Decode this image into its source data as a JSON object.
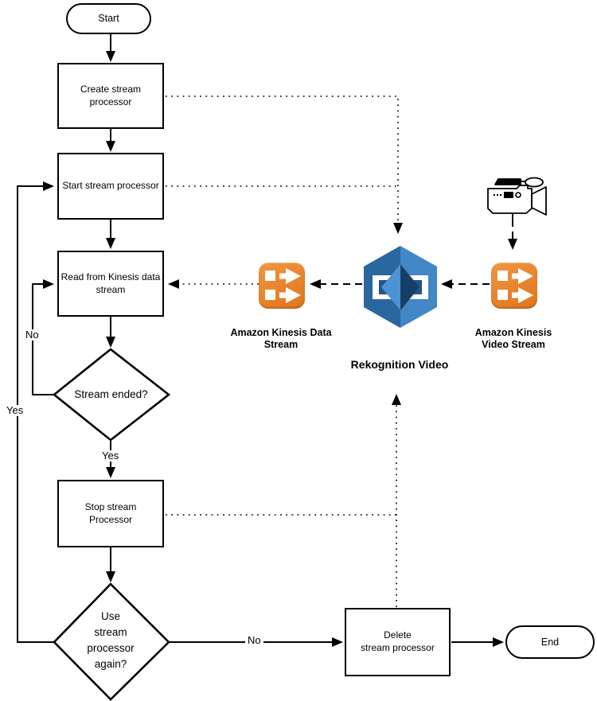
{
  "nodes": {
    "start": "Start",
    "create": "Create stream\nprocessor",
    "start_processor": "Start stream processor",
    "read": "Read from Kinesis data\nstream",
    "stream_ended": "Stream ended?",
    "stop": "Stop stream\nProcessor",
    "use_again": "Use\nstream\nprocessor\nagain?",
    "delete": "Delete\nstream processor",
    "end": "End"
  },
  "edge_labels": {
    "no_read_loop": "No",
    "yes_outer_loop": "Yes",
    "yes_down": "Yes",
    "no_to_delete": "No"
  },
  "icons": {
    "kinesis_data_stream": {
      "label": "Amazon Kinesis Data\nStream"
    },
    "rekognition_video": {
      "label": "Rekognition Video"
    },
    "kinesis_video_stream": {
      "label": "Amazon Kinesis\nVideo Stream"
    },
    "video_camera": {
      "label": ""
    }
  },
  "colors": {
    "kinesis_orange": "#E8872D",
    "kinesis_orange_dark": "#DE751C",
    "rekognition_blue": "#4287C6",
    "rekognition_blue_dark": "#2A679E",
    "line": "#000000"
  }
}
